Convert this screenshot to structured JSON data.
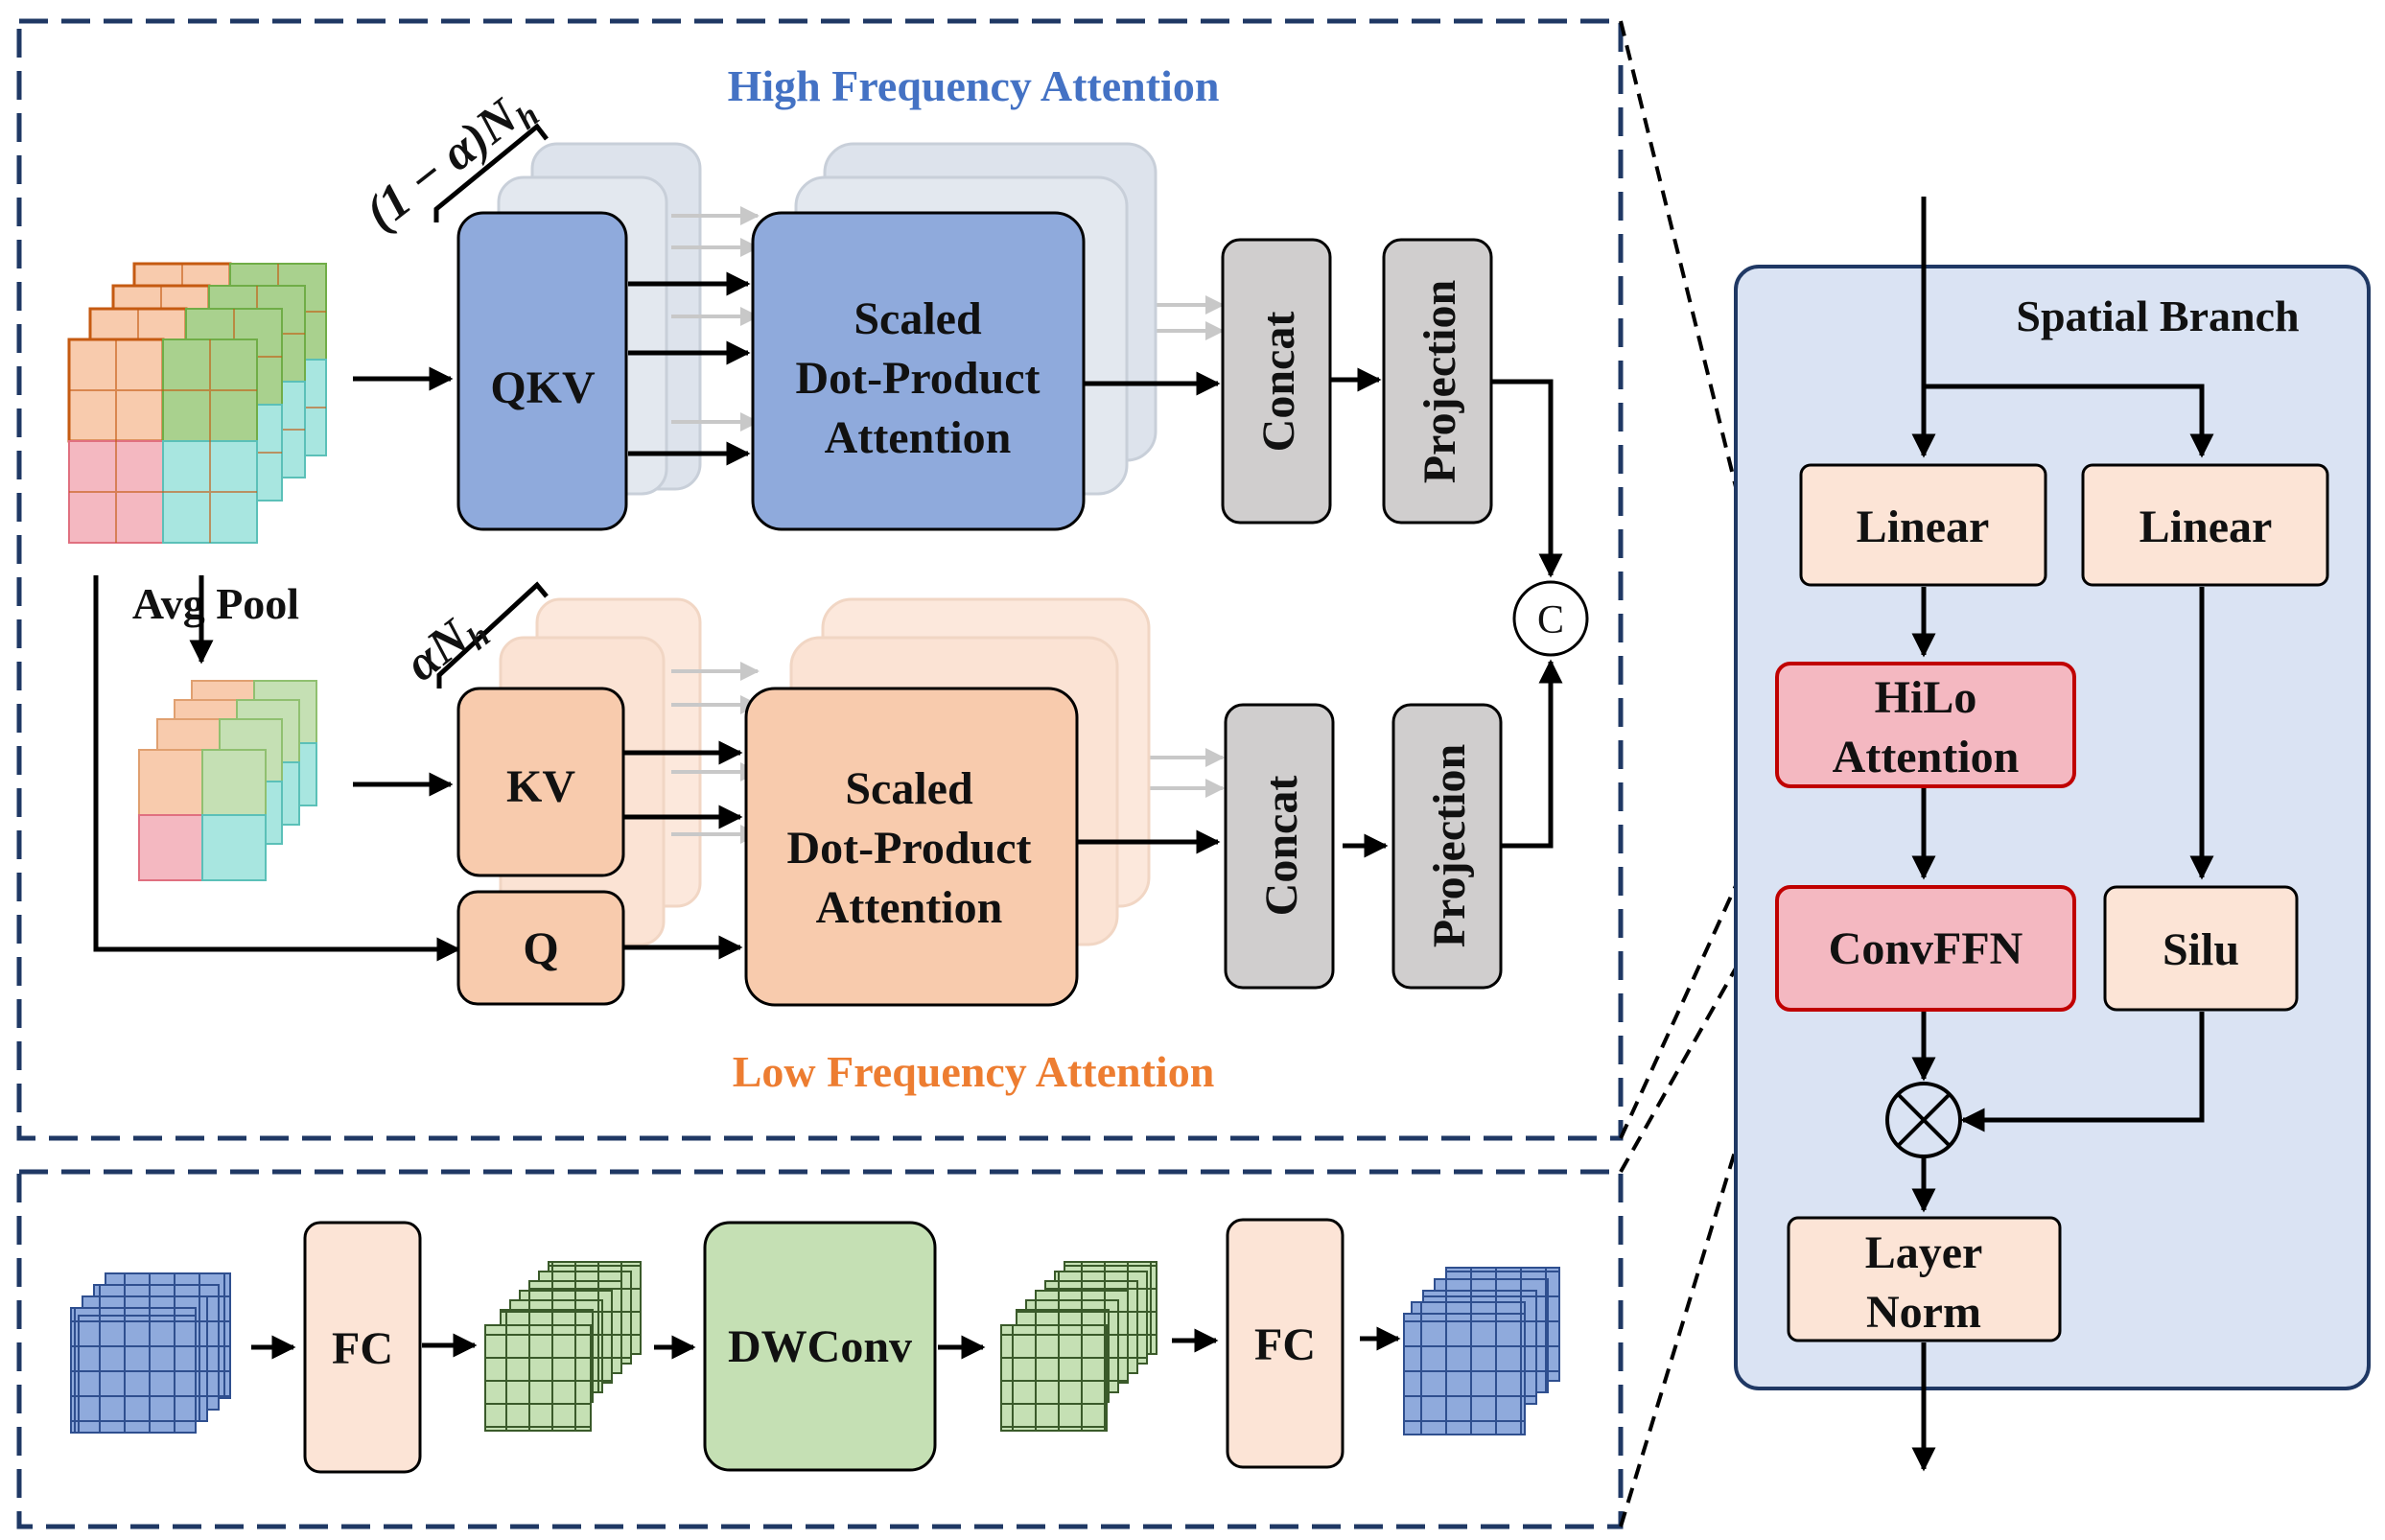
{
  "figure": {
    "high_freq_title": "High Frequency Attention",
    "low_freq_title": "Low Frequency Attention",
    "heads_high": "(1 − α)N",
    "heads_high_sub": "h",
    "heads_low": "αN",
    "heads_low_sub": "h",
    "avg_pool": "Avg Pool",
    "qkv": "QKV",
    "kv": "KV",
    "q": "Q",
    "sdpa_line1": "Scaled",
    "sdpa_line2": "Dot-Product",
    "sdpa_line3": "Attention",
    "concat": "Concat",
    "projection": "Projection",
    "concat_symbol": "C"
  },
  "convffn": {
    "fc1": "FC",
    "dwconv": "DWConv",
    "fc2": "FC"
  },
  "spatial_branch": {
    "title": "Spatial Branch",
    "linear_left": "Linear",
    "linear_right": "Linear",
    "hilo_line1": "HiLo",
    "hilo_line2": "Attention",
    "convffn": "ConvFFN",
    "silu": "Silu",
    "layernorm_line1": "Layer",
    "layernorm_line2": "Norm"
  },
  "colors": {
    "blue_block": "#8faadc",
    "orange_block": "#f8cbad",
    "gray_block": "#d0cece",
    "peach_block": "#fce4d6",
    "pink_block": "#f4b8c1",
    "pink_border": "#c00000",
    "green_block": "#c5e0b4",
    "branch_bg": "#dae3f3",
    "title_blue": "#4472c4",
    "title_orange": "#ed7d31"
  }
}
